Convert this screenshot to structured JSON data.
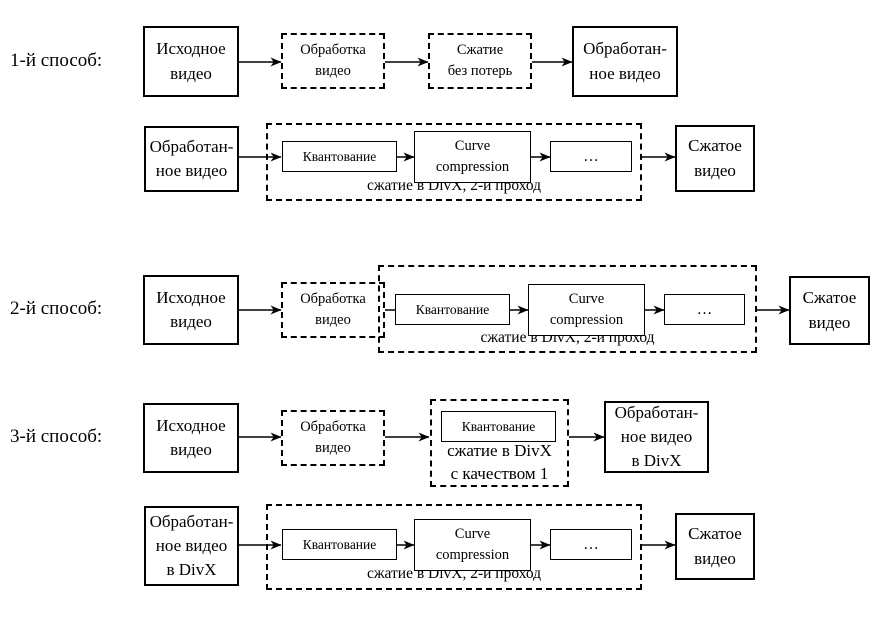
{
  "diagram": {
    "title_visible": false,
    "language": "ru",
    "colors": {
      "stroke": "#000000",
      "background": "#ffffff"
    },
    "method_labels": [
      {
        "id": "method-1",
        "text": "1-й способ:"
      },
      {
        "id": "method-2",
        "text": "2-й способ:"
      },
      {
        "id": "method-3",
        "text": "3-й способ:"
      }
    ],
    "group_captions": {
      "divx_pass2": "сжатие в DivX, 2-й проход",
      "divx_q1_line1": "сжатие в DivX",
      "divx_q1_line2": "с качеством 1"
    },
    "nodes": {
      "source_video": {
        "line1": "Исходное",
        "line2": "видео"
      },
      "video_processing": {
        "line1": "Обработка",
        "line2": "видео"
      },
      "lossless_compression": {
        "line1": "Сжатие",
        "line2": "без потерь"
      },
      "processed_video": {
        "line1": "Обработан-",
        "line2": "ное видео"
      },
      "processed_video_divx": {
        "line1": "Обработан-",
        "line2": "ное видео",
        "line3": "в DivX"
      },
      "quantization": {
        "line1": "Квантование"
      },
      "curve_compression": {
        "line1": "Curve",
        "line2": "compression"
      },
      "ellipsis": {
        "line1": "…"
      },
      "compressed_video": {
        "line1": "Сжатое",
        "line2": "видео"
      }
    },
    "rows": [
      {
        "id": "row-1",
        "method": "1-й способ:",
        "sequence": [
          "Исходное видео",
          "Обработка видео",
          "Сжатие без потерь",
          "Обработанное видео"
        ]
      },
      {
        "id": "row-2",
        "method": "",
        "sequence": [
          "Обработанное видео",
          "Квантование",
          "Curve compression",
          "…",
          "Сжатое видео"
        ],
        "group": "сжатие в DivX, 2-й проход"
      },
      {
        "id": "row-3",
        "method": "2-й способ:",
        "sequence": [
          "Исходное видео",
          "Обработка видео",
          "Квантование",
          "Curve compression",
          "…",
          "Сжатое видео"
        ],
        "group": "сжатие в DivX, 2-й проход"
      },
      {
        "id": "row-4",
        "method": "3-й способ:",
        "sequence": [
          "Исходное видео",
          "Обработка видео",
          "Квантование",
          "Обработанное видео в DivX"
        ],
        "group": "сжатие в DivX с качеством 1"
      },
      {
        "id": "row-5",
        "method": "",
        "sequence": [
          "Обработанное видео в DivX",
          "Квантование",
          "Curve compression",
          "…",
          "Сжатое видео"
        ],
        "group": "сжатие в DivX, 2-й проход"
      }
    ]
  }
}
